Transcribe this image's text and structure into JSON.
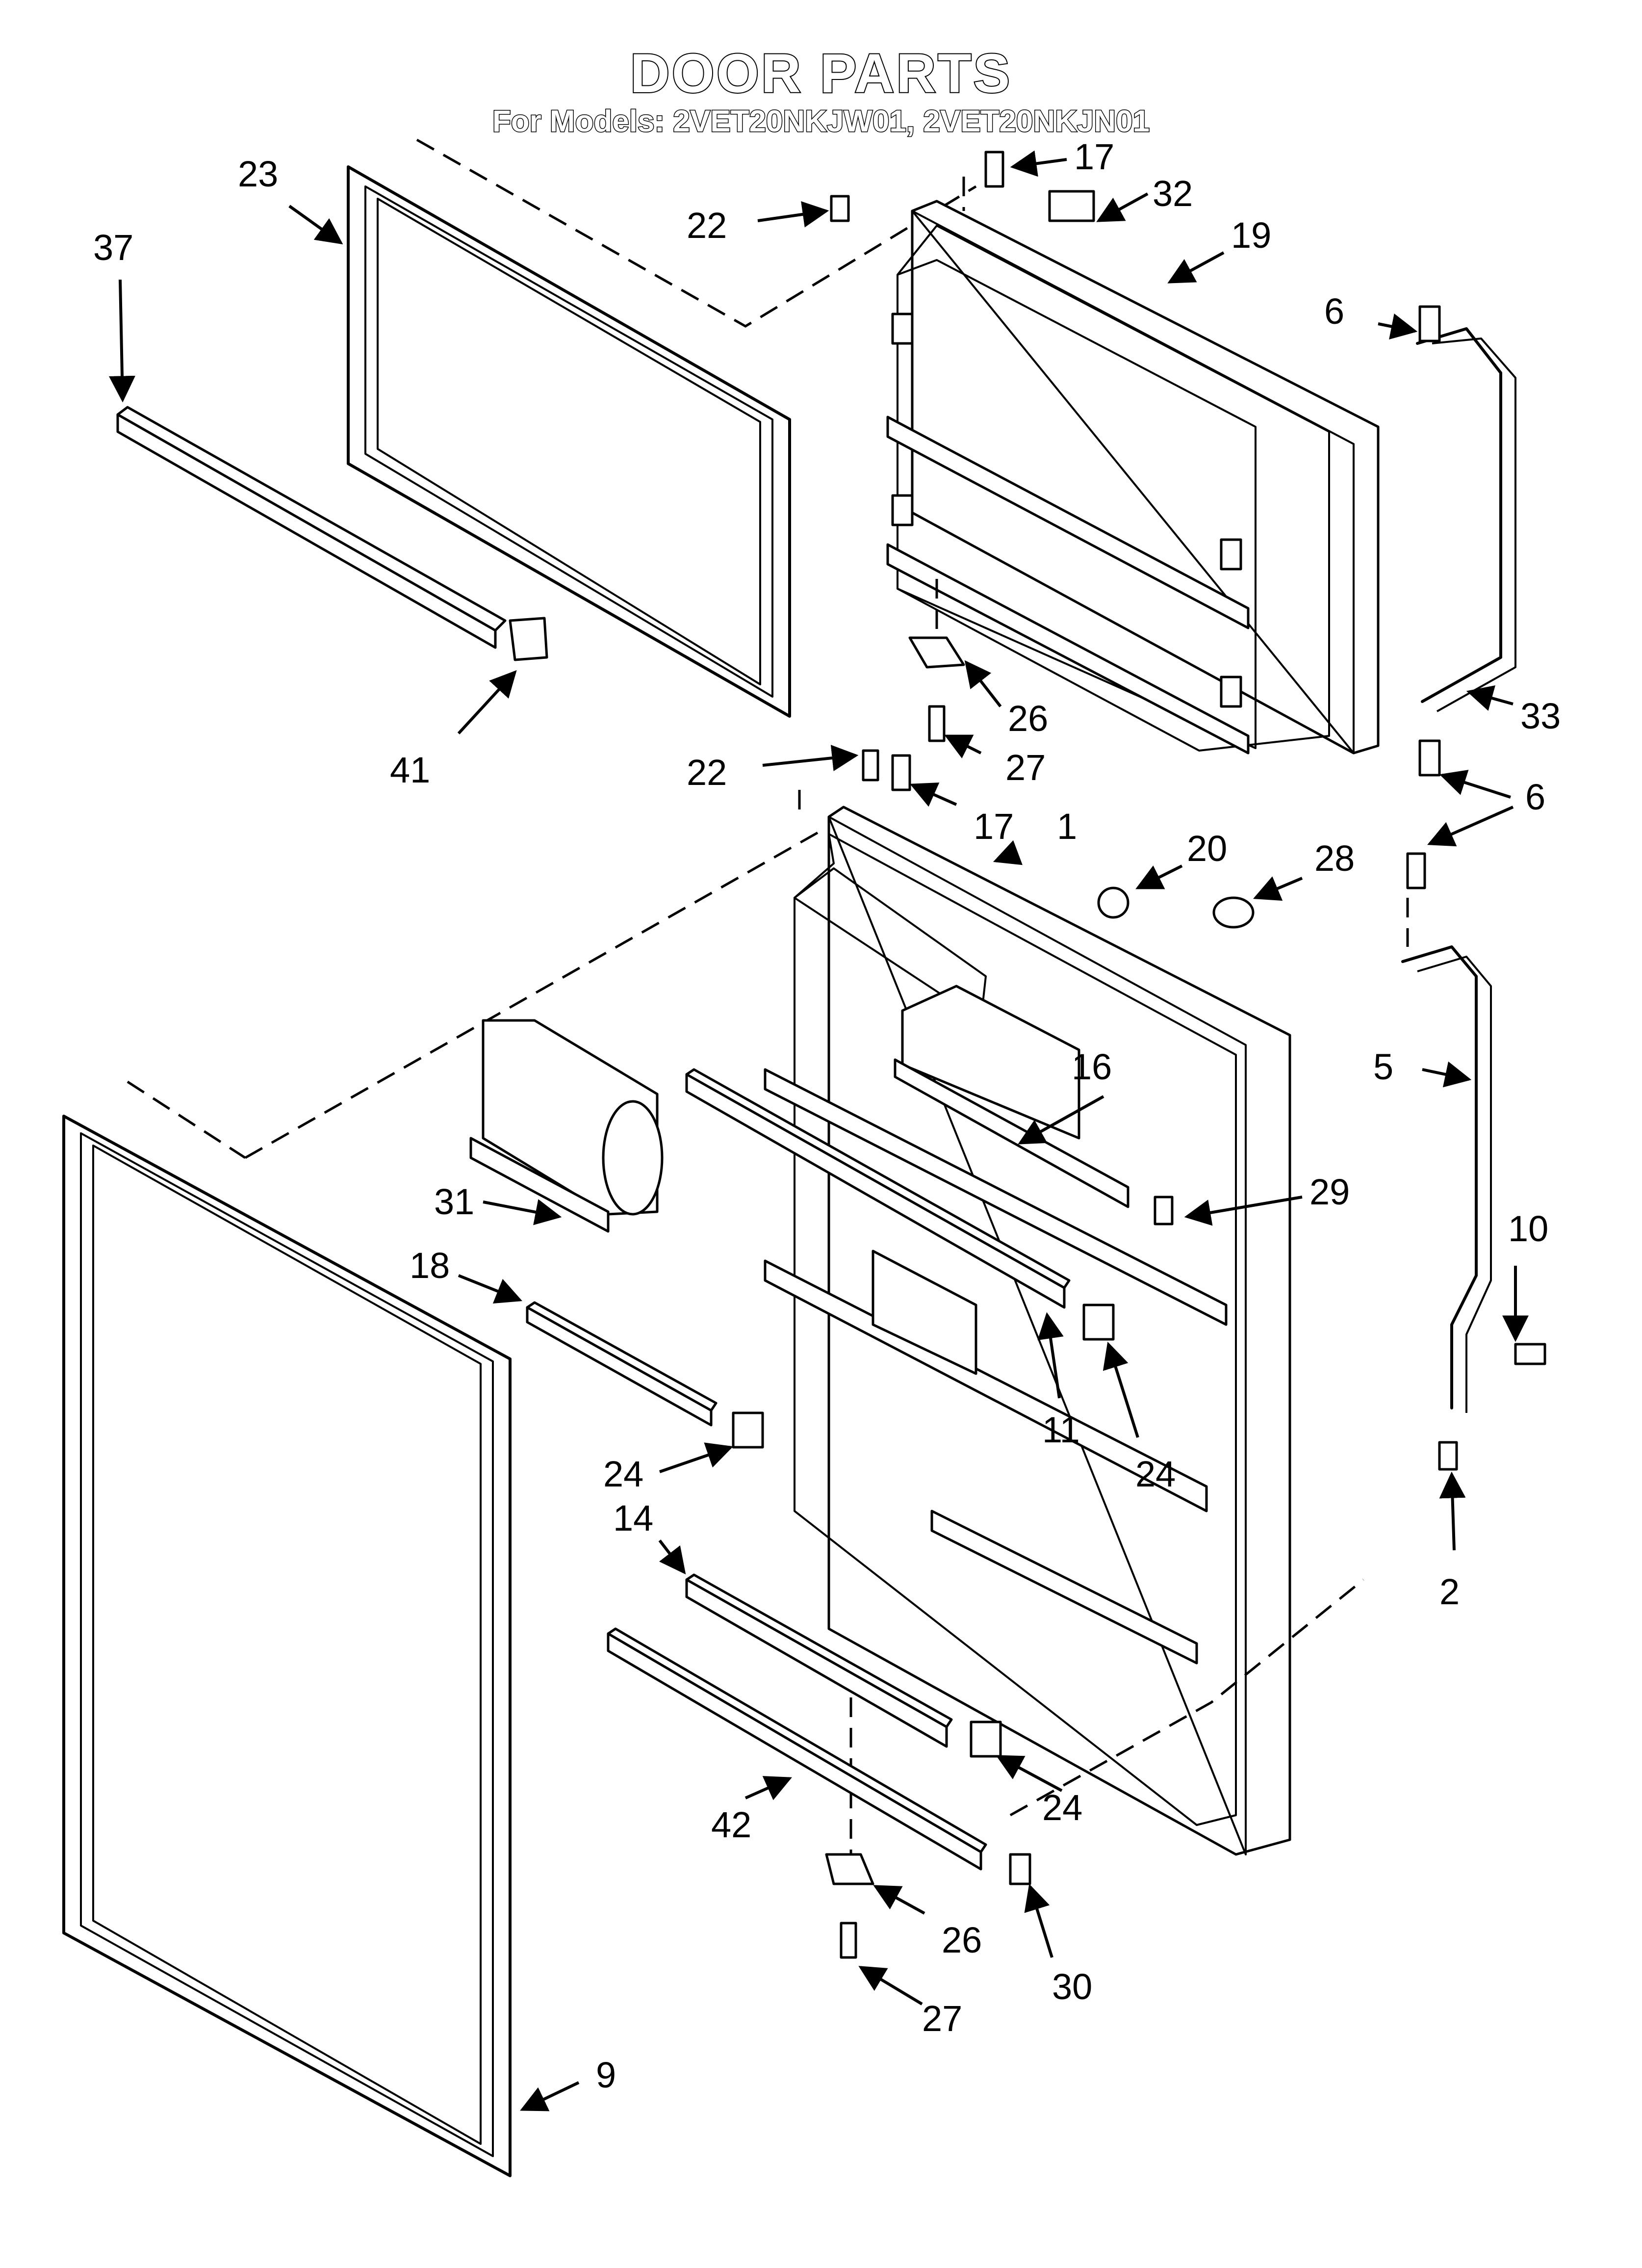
{
  "header": {
    "title": "DOOR PARTS",
    "subtitle": "For Models: 2VET20NKJW01, 2VET20NKJN01"
  },
  "callouts": {
    "c23": "23",
    "c37": "37",
    "c41": "41",
    "c22a": "22",
    "c17a": "17",
    "c32": "32",
    "c19": "19",
    "c6a": "6",
    "c26a": "26",
    "c27a": "27",
    "c33": "33",
    "c22b": "22",
    "c17b": "17",
    "c1": "1",
    "c20": "20",
    "c28": "28",
    "c6b": "6",
    "c5": "5",
    "c16": "16",
    "c29": "29",
    "c31": "31",
    "c18": "18",
    "c10": "10",
    "c11": "11",
    "c24a": "24",
    "c24b": "24",
    "c2": "2",
    "c14": "14",
    "c24c": "24",
    "c42": "42",
    "c26b": "26",
    "c30": "30",
    "c27b": "27",
    "c9": "9"
  }
}
